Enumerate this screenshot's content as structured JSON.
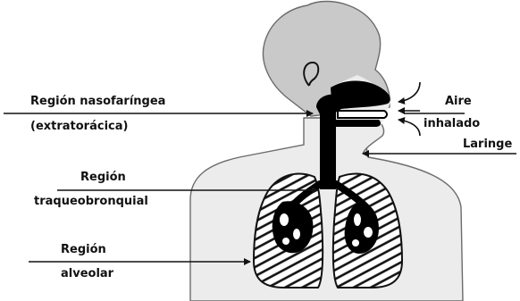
{
  "diagram": {
    "labels": {
      "nasopharyngeal_line1": "Región nasofaríngea",
      "nasopharyngeal_line2": "(extratorácica)",
      "inhaled_air_line1": "Aire",
      "inhaled_air_line2": "inhalado",
      "larynx": "Laringe",
      "tracheobronchial_line1": "Región",
      "tracheobronchial_line2": "traqueobronquial",
      "alveolar_line1": "Región",
      "alveolar_line2": "alveolar"
    },
    "colors": {
      "head_fill": "#c9c9c9",
      "body_fill": "#ececec",
      "outline": "#6b6b6b",
      "airway": "#000000",
      "lung_fill": "#ffffff",
      "hatch": "#111111",
      "arrow": "#111111"
    }
  }
}
